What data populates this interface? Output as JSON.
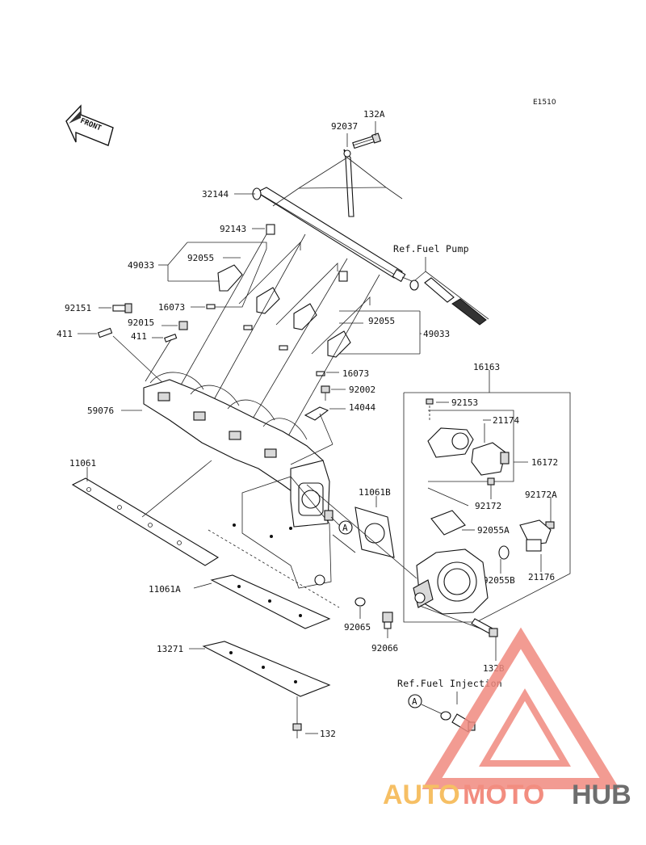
{
  "diagram_code": "E1510",
  "front_arrow_text": "FRONT",
  "refs": {
    "fuel_pump": "Ref.Fuel Pump",
    "fuel_injection": "Ref.Fuel Injection"
  },
  "callout_marker": "A",
  "parts": {
    "p132A": "132A",
    "p92037": "92037",
    "p32144": "32144",
    "p92143": "92143",
    "p49033_left": "49033",
    "p92055_left": "92055",
    "p92151": "92151",
    "p16073_top": "16073",
    "p92015": "92015",
    "p411_left": "411",
    "p411_mid": "411",
    "p92055_right": "92055",
    "p49033_right": "49033",
    "p16073_bottom": "16073",
    "p16163": "16163",
    "p92002": "92002",
    "p14044": "14044",
    "p59076": "59076",
    "p92153": "92153",
    "p21174": "21174",
    "p16172": "16172",
    "p11061": "11061",
    "p11061B": "11061B",
    "p92172": "92172",
    "p92172A": "92172A",
    "p92055A": "92055A",
    "p92055B": "92055B",
    "p21176": "21176",
    "p11061A": "11061A",
    "p92065": "92065",
    "p92066": "92066",
    "p13271": "13271",
    "p132B": "132B",
    "p132": "132"
  },
  "watermark": {
    "part1": "AUTO",
    "part2": "MOTO",
    "part3": "HUB",
    "colors": {
      "auto": "#f5b54a",
      "moto": "#f07a6a",
      "hub": "#555555",
      "triangle": "#f08a80"
    }
  }
}
